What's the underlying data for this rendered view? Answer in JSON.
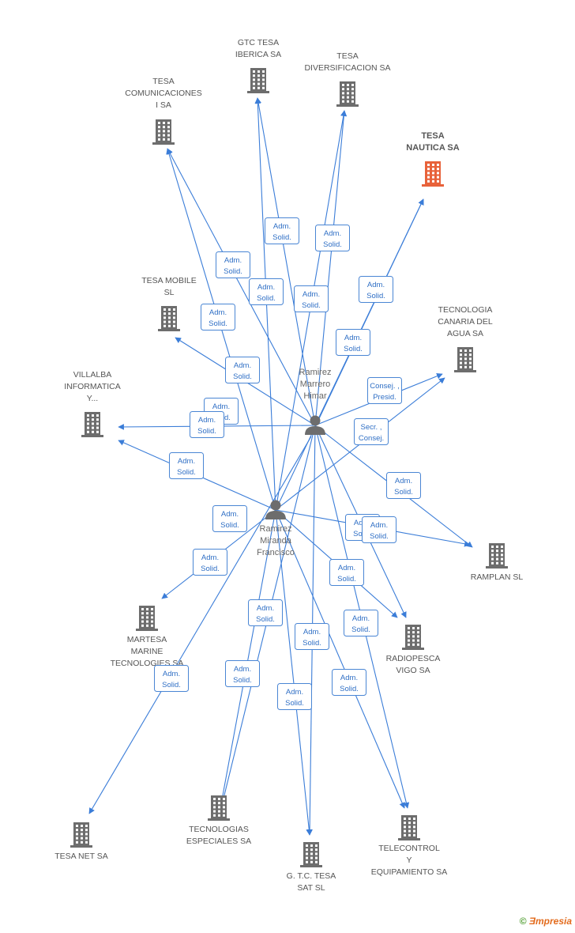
{
  "colors": {
    "edge": "#3b7dd8",
    "building": "#6d6d6d",
    "building_highlight": "#e8623a",
    "person": "#6d6d6d"
  },
  "persons": [
    {
      "id": "himar",
      "name_lines": [
        "Ramirez",
        "Marrero",
        "Himar"
      ]
    },
    {
      "id": "francisco",
      "name_lines": [
        "Ramirez",
        "Miranda",
        "Francisco"
      ]
    }
  ],
  "companies": [
    {
      "id": "gtc-iberica",
      "lines": [
        "GTC TESA",
        "IBERICA SA"
      ],
      "highlight": false
    },
    {
      "id": "diversificacion",
      "lines": [
        "TESA",
        "DIVERSIFICACION SA"
      ],
      "highlight": false
    },
    {
      "id": "comunicaciones",
      "lines": [
        "TESA",
        "COMUNICACIONES",
        "I SA"
      ],
      "highlight": false
    },
    {
      "id": "nautica",
      "lines": [
        "TESA",
        "NAUTICA SA"
      ],
      "highlight": true
    },
    {
      "id": "mobile",
      "lines": [
        "TESA MOBILE",
        "SL"
      ],
      "highlight": false
    },
    {
      "id": "canaria",
      "lines": [
        "TECNOLOGIA",
        "CANARIA DEL",
        "AGUA SA"
      ],
      "highlight": false
    },
    {
      "id": "villalba",
      "lines": [
        "VILLALBA",
        "INFORMATICA",
        "Y..."
      ],
      "highlight": false
    },
    {
      "id": "ramplan",
      "lines": [
        "RAMPLAN SL"
      ],
      "highlight": false
    },
    {
      "id": "martesa",
      "lines": [
        "MARTESA",
        "MARINE",
        "TECNOLOGIES SA"
      ],
      "highlight": false
    },
    {
      "id": "radiopesca",
      "lines": [
        "RADIOPESCA",
        "VIGO SA"
      ],
      "highlight": false
    },
    {
      "id": "tesanet",
      "lines": [
        "TESA NET SA"
      ],
      "highlight": false
    },
    {
      "id": "especiales",
      "lines": [
        "TECNOLOGIAS",
        "ESPECIALES SA"
      ],
      "highlight": false
    },
    {
      "id": "gtc-sat",
      "lines": [
        "G. T.C. TESA",
        "SAT SL"
      ],
      "highlight": false
    },
    {
      "id": "telecontrol",
      "lines": [
        "TELECONTROL",
        "Y",
        "EQUIPAMIENTO SA"
      ],
      "highlight": false
    }
  ],
  "edge_labels": [
    [
      "Adm.",
      "Solid."
    ],
    [
      "Adm.",
      "Solid."
    ],
    [
      "Adm.",
      "Solid."
    ],
    [
      "Adm.",
      "Solid."
    ],
    [
      "Adm.",
      "Solid."
    ],
    [
      "Adm.",
      "Solid."
    ],
    [
      "Adm.",
      "Solid."
    ],
    [
      "Adm.",
      "Solid."
    ],
    [
      "Adm.",
      "Solid."
    ],
    [
      "Consej. ,",
      "Presid."
    ],
    [
      "Adm.",
      "Solid."
    ],
    [
      "Adm.",
      "Solid."
    ],
    [
      "Secr. ,",
      "Consej."
    ],
    [
      "Adm.",
      "Solid."
    ],
    [
      "Adm.",
      "Solid."
    ],
    [
      "Adm.",
      "Solid."
    ],
    [
      "Adm.",
      "Solid."
    ],
    [
      "Adm.",
      "Solid."
    ],
    [
      "Adm.",
      "Solid."
    ],
    [
      "Adm.",
      "Solid."
    ],
    [
      "Adm.",
      "Solid."
    ],
    [
      "Adm.",
      "Solid."
    ],
    [
      "Adm.",
      "Solid."
    ],
    [
      "Adm.",
      "Solid."
    ],
    [
      "Adm.",
      "Solid."
    ],
    [
      "Adm.",
      "Solid."
    ],
    [
      "Adm.",
      "Solid."
    ]
  ],
  "footer": {
    "symbol": "©",
    "brand_e": "Ǝ",
    "brand_rest": "mpresia"
  }
}
